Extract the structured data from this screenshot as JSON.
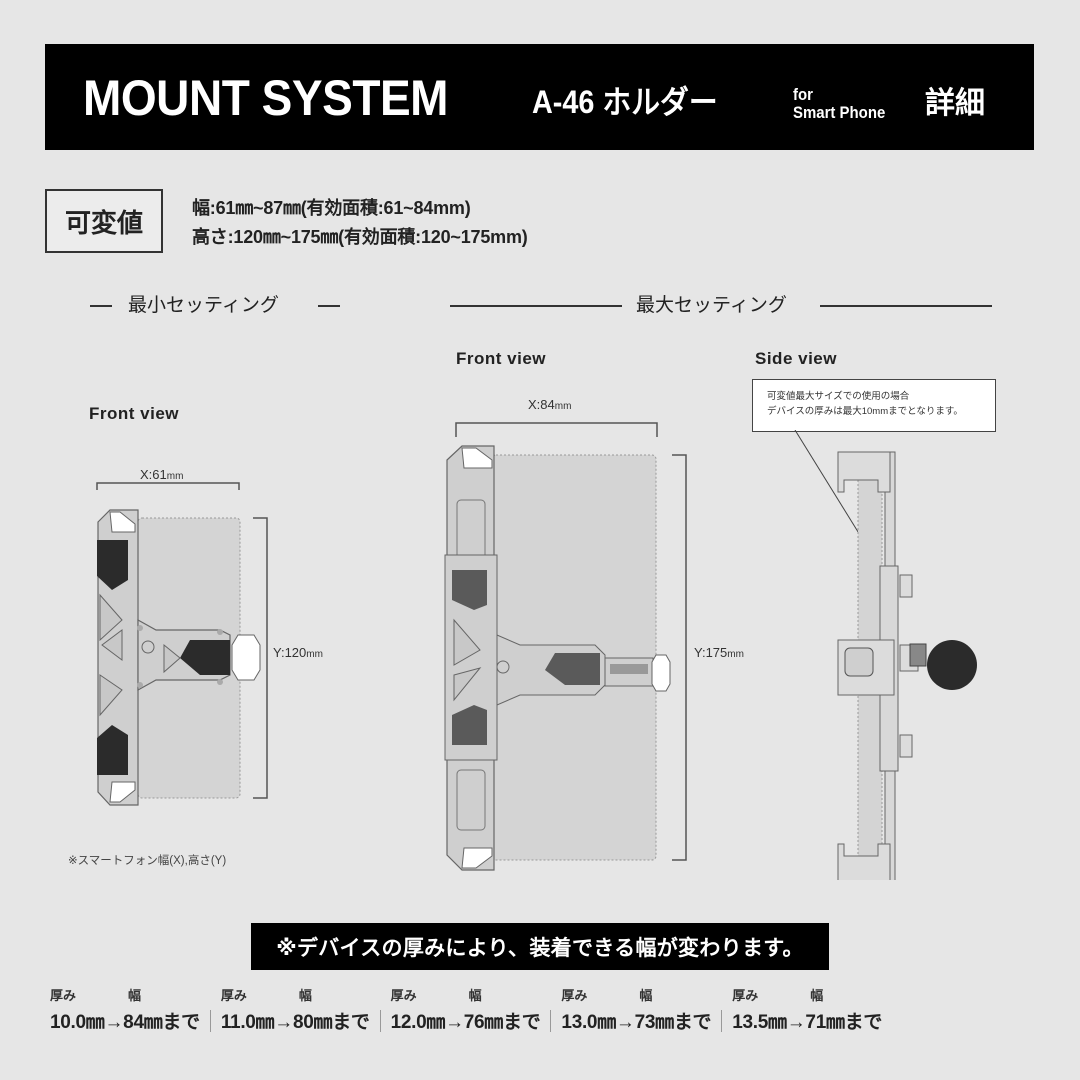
{
  "header": {
    "title": "MOUNT SYSTEM",
    "model": "A-46 ホルダー",
    "for_line1": "for",
    "for_line2": "Smart Phone",
    "detail": "詳細"
  },
  "variable": {
    "label": "可変値",
    "width_spec": "幅:61㎜~87㎜(有効面積:61~84mm)",
    "height_spec": "高さ:120㎜~175㎜(有効面積:120~175mm)"
  },
  "sections": {
    "min": "最小セッティング",
    "max": "最大セッティング"
  },
  "min_setting": {
    "view_label": "Front view",
    "x_label": "X:61",
    "x_unit": "mm",
    "y_label": "Y:120",
    "y_unit": "mm",
    "footnote": "※スマートフォン幅(X),高さ(Y)"
  },
  "max_setting": {
    "front_view_label": "Front view",
    "side_view_label": "Side view",
    "x_label": "X:84",
    "x_unit": "mm",
    "y_label": "Y:175",
    "y_unit": "mm",
    "note_line1": "可変値最大サイズでの使用の場合",
    "note_line2": "デバイスの厚みは最大10mmまでとなります。"
  },
  "thickness_banner": "※デバイスの厚みにより、装着できる幅が変わります。",
  "thickness_table": {
    "header_thickness": "厚み",
    "header_width": "幅",
    "rows": [
      {
        "value": "10.0㎜→84㎜まで"
      },
      {
        "value": "11.0㎜→80㎜まで"
      },
      {
        "value": "12.0㎜→76㎜まで"
      },
      {
        "value": "13.0㎜→73㎜まで"
      },
      {
        "value": "13.5㎜→71㎜まで"
      }
    ]
  },
  "colors": {
    "background": "#e6e6e6",
    "banner": "#000000",
    "device_fill": "#d2d2d2",
    "holder_fill": "#cfcfcf",
    "pad_dark": "#2b2b2b"
  }
}
